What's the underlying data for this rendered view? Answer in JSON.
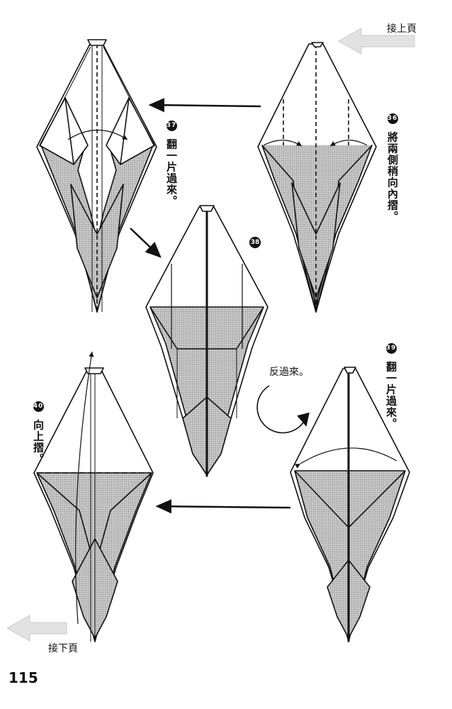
{
  "nav": {
    "prev_page_label": "接上頁",
    "next_page_label": "接下頁"
  },
  "steps": [
    {
      "number": "36",
      "instruction": "將兩側稍向內摺。"
    },
    {
      "number": "37",
      "instruction": "翻一片過來。"
    },
    {
      "number": "38",
      "instruction": ""
    },
    {
      "number": "39",
      "instruction": "翻一片過來。"
    },
    {
      "number": "40",
      "instruction": "向上摺。"
    }
  ],
  "turn_over_label": "反過來。",
  "page_number": "115",
  "colors": {
    "shade": "#bdbdbd",
    "line": "#111111",
    "arrow_gray": "#cfcfcf"
  }
}
